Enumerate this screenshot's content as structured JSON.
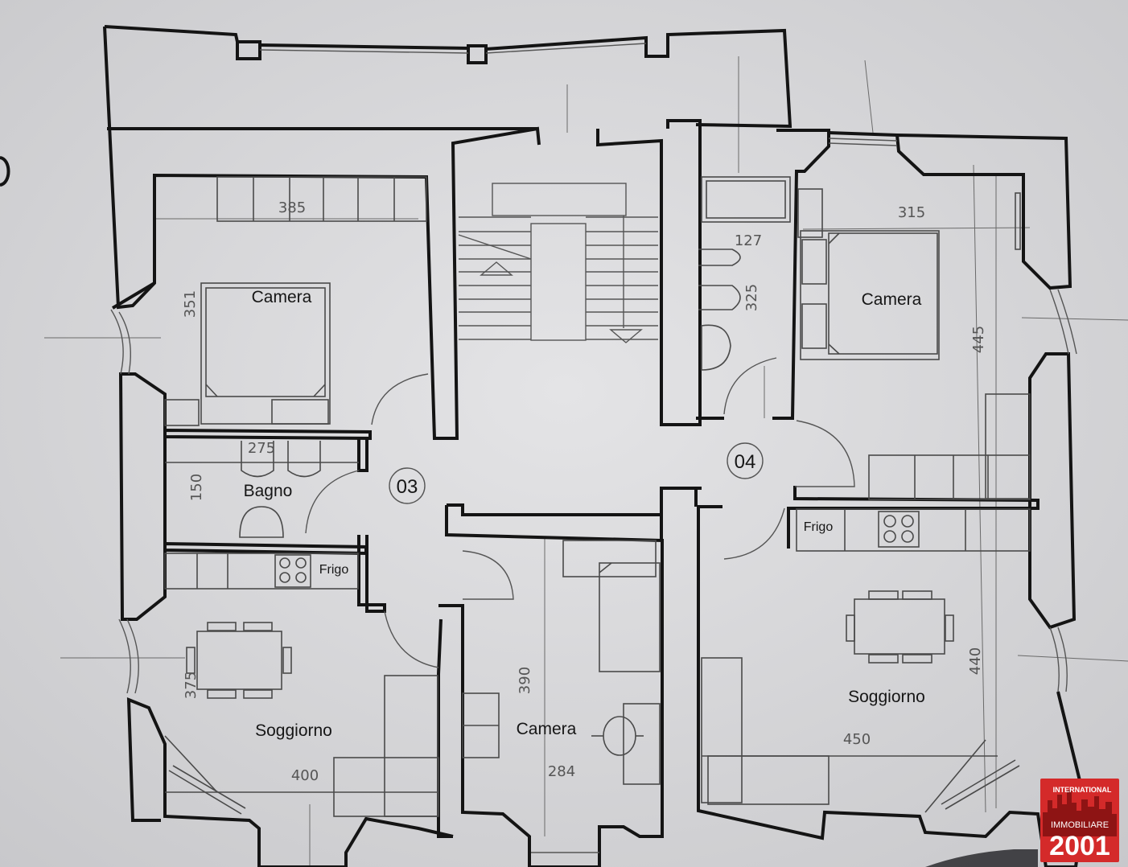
{
  "rooms": {
    "camera_top_left": "Camera",
    "camera_top_right": "Camera",
    "camera_bottom_center": "Camera",
    "bagno": "Bagno",
    "soggiorno_left": "Soggiorno",
    "soggiorno_right": "Soggiorno",
    "frigo_left": "Frigo",
    "frigo_right": "Frigo"
  },
  "units": {
    "left": "03",
    "right": "04"
  },
  "dimensions": {
    "d385": "385",
    "d351": "351",
    "d275": "275",
    "d150": "150",
    "d375": "375",
    "d400": "400",
    "d390": "390",
    "d284": "284",
    "d127": "127",
    "d325": "325",
    "d315": "315",
    "d445": "445",
    "d440": "440",
    "d450": "450"
  },
  "logo": {
    "line1": "INTERNATIONAL",
    "line2": "IMMOBILIARE",
    "line3": "2001"
  },
  "colors": {
    "paper": "#d9d9db",
    "wall": "#141414",
    "logo_red": "#d42a2a"
  }
}
